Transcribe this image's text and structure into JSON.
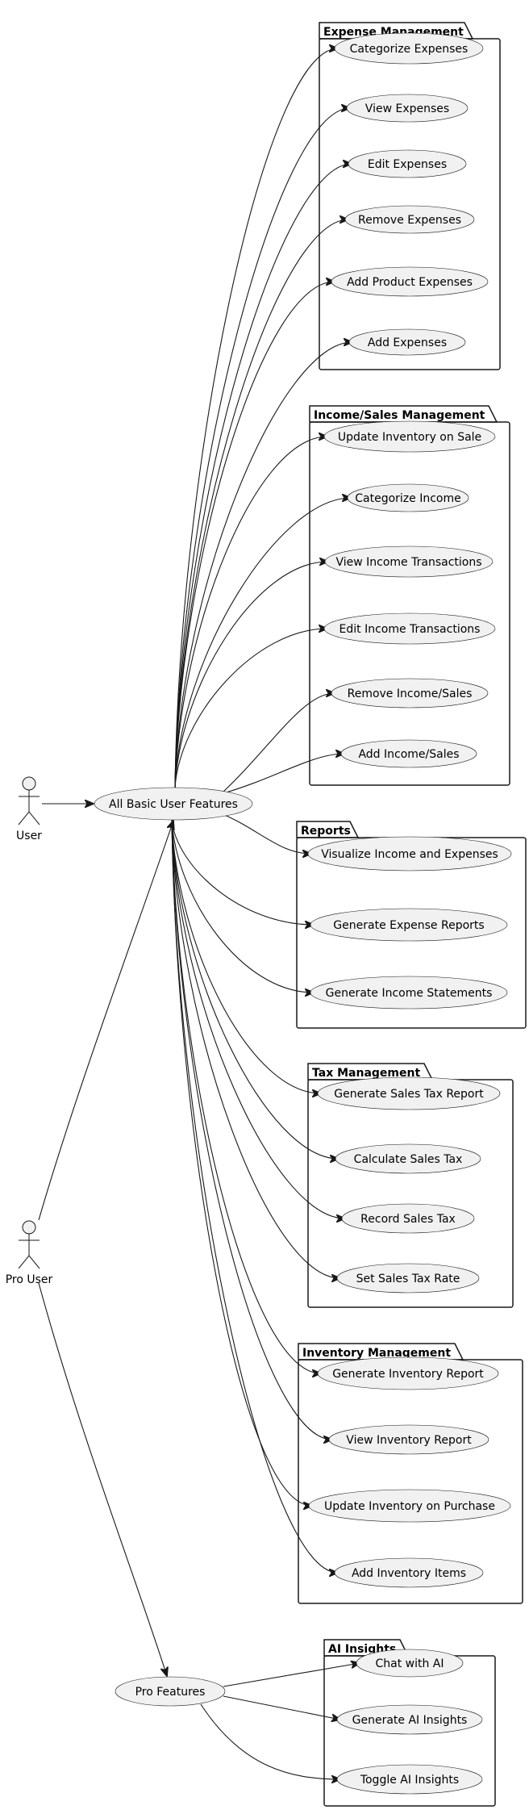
{
  "actors": {
    "user": "User",
    "pro_user": "Pro User"
  },
  "hubs": {
    "basic": "All Basic User Features",
    "pro": "Pro Features"
  },
  "packages": [
    {
      "id": "expense",
      "title": "Expense Management",
      "use_cases": [
        "Categorize Expenses",
        "View Expenses",
        "Edit Expenses",
        "Remove Expenses",
        "Add Product Expenses",
        "Add Expenses"
      ]
    },
    {
      "id": "income",
      "title": "Income/Sales Management",
      "use_cases": [
        "Update Inventory on Sale",
        "Categorize Income",
        "View Income Transactions",
        "Edit Income Transactions",
        "Remove Income/Sales",
        "Add Income/Sales"
      ]
    },
    {
      "id": "reports",
      "title": "Reports",
      "use_cases": [
        "Visualize Income and Expenses",
        "Generate Expense Reports",
        "Generate Income Statements"
      ]
    },
    {
      "id": "tax",
      "title": "Tax Management",
      "use_cases": [
        "Generate Sales Tax Report",
        "Calculate Sales Tax",
        "Record Sales Tax",
        "Set Sales Tax Rate"
      ]
    },
    {
      "id": "inventory",
      "title": "Inventory Management",
      "use_cases": [
        "Generate Inventory Report",
        "View Inventory Report",
        "Update Inventory on Purchase",
        "Add Inventory Items"
      ]
    },
    {
      "id": "ai",
      "title": "AI Insights",
      "use_cases": [
        "Chat with AI",
        "Generate AI Insights",
        "Toggle AI Insights"
      ]
    }
  ],
  "colors": {
    "line": "#181818",
    "ellipse_fill": "#f1f1f1",
    "background": "#ffffff"
  }
}
